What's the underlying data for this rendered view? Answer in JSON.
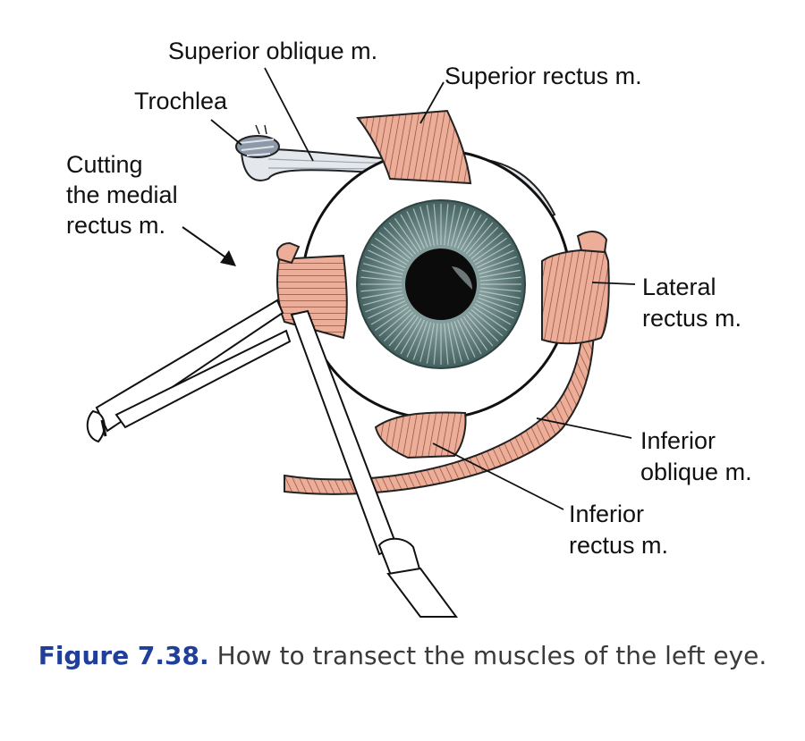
{
  "labels": {
    "superior_oblique": "Superior oblique m.",
    "superior_rectus": "Superior rectus m.",
    "trochlea": "Trochlea",
    "cutting_line1": "Cutting",
    "cutting_line2": "the medial",
    "cutting_line3": "rectus m.",
    "lateral_line1": "Lateral",
    "lateral_line2": "rectus m.",
    "inferior_oblique_line1": "Inferior",
    "inferior_oblique_line2": "oblique m.",
    "inferior_rectus_line1": "Inferior",
    "inferior_rectus_line2": "rectus m."
  },
  "caption": {
    "number": "Figure 7.38.",
    "text": "How to transect the muscles of the left eye."
  },
  "colors": {
    "muscle": "#ecae98",
    "muscle_dark": "#c46f59",
    "tendon": "#e4e8ec",
    "iris": "#6f8d8c",
    "iris_dark": "#43605f",
    "pupil": "#0b0b0b",
    "caption_number": "#1f3f99"
  },
  "icons": [
    "scissors-icon",
    "forceps-icon",
    "arrow-icon"
  ]
}
